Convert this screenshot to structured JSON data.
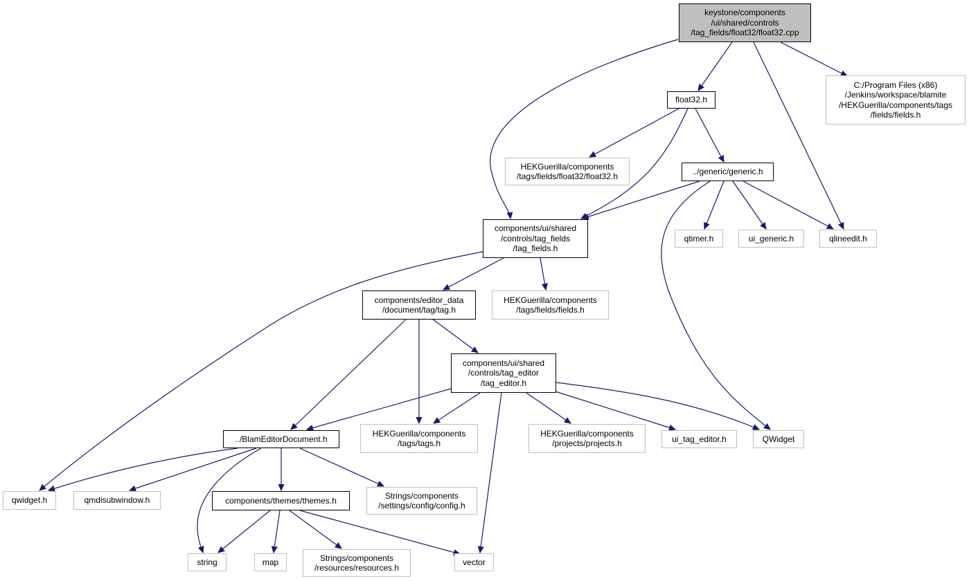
{
  "nodes": {
    "root": "keystone/components\n/ui/shared/controls\n/tag_fields/float32/float32.cpp",
    "float32_h": "float32.h",
    "fields_ext": "C:/Program Files (x86)\n/Jenkins/workspace/blamite\n/HEKGuerilla/components/tags\n/fields/fields.h",
    "hek_float32": "HEKGuerilla/components\n/tags/fields/float32/float32.h",
    "generic_h": "../generic/generic.h",
    "tag_fields_h": "components/ui/shared\n/controls/tag_fields\n/tag_fields.h",
    "qtimer": "qtimer.h",
    "ui_generic": "ui_generic.h",
    "qlineedit": "qlineedit.h",
    "tag_h": "components/editor_data\n/document/tag/tag.h",
    "hek_fields": "HEKGuerilla/components\n/tags/fields/fields.h",
    "tag_editor_h": "components/ui/shared\n/controls/tag_editor\n/tag_editor.h",
    "blam_doc": "../BlamEditorDocument.h",
    "hek_tags": "HEKGuerilla/components\n/tags/tags.h",
    "hek_projects": "HEKGuerilla/components\n/projects/projects.h",
    "ui_tag_editor": "ui_tag_editor.h",
    "QWidget": "QWidget",
    "qwidget_h": "qwidget.h",
    "qmdisubwindow": "qmdisubwindow.h",
    "themes_h": "components/themes/themes.h",
    "config_h": "Strings/components\n/settings/config/config.h",
    "string": "string",
    "map": "map",
    "resources_h": "Strings/components\n/resources/resources.h",
    "vector": "vector"
  },
  "colors": {
    "edge": "#191970",
    "root_fill": "#bfbfbf",
    "external_border": "#bfbfbf",
    "document_border": "#000000"
  }
}
